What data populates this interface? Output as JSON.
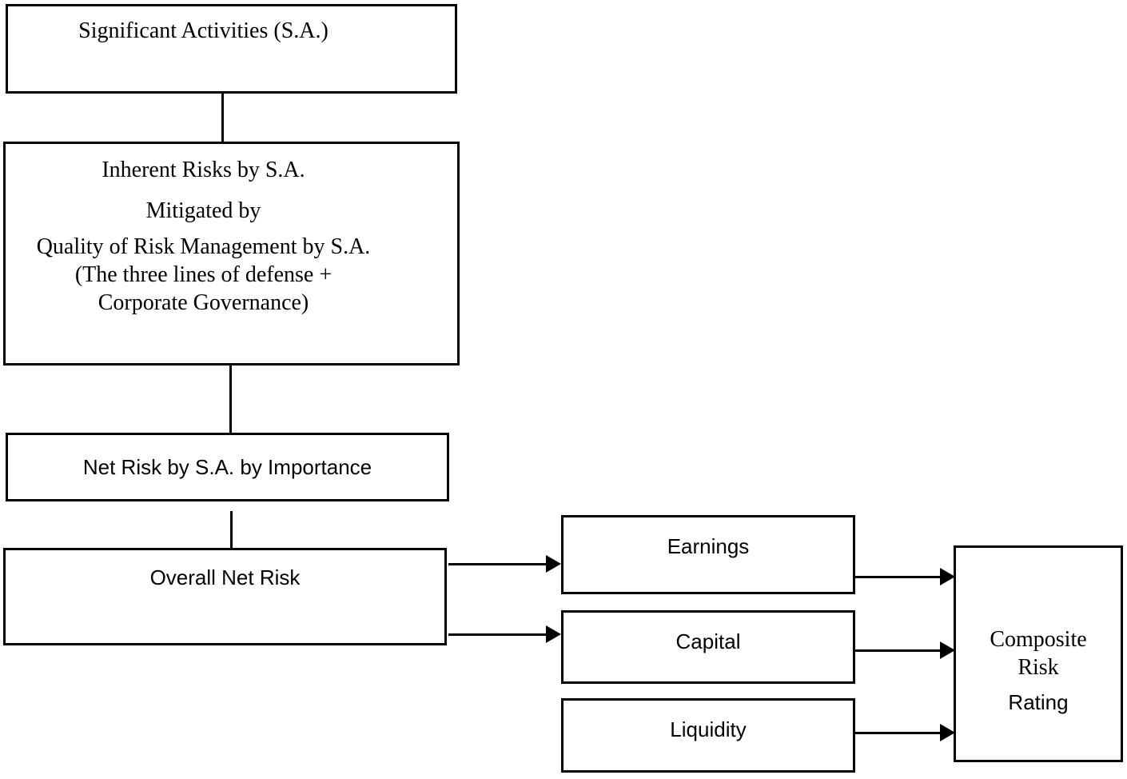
{
  "boxes": {
    "significant_activities": {
      "text": "Significant Activities (S.A.)"
    },
    "inherent_risks": {
      "lines": [
        "Inherent Risks by S.A.",
        "Mitigated by",
        "Quality of Risk Management by S.A.",
        "(The three lines of defense +",
        "Corporate Governance)"
      ]
    },
    "net_risk": {
      "text": "Net Risk by S.A. by Importance"
    },
    "overall_net_risk": {
      "text": "Overall Net Risk"
    },
    "earnings": {
      "text": "Earnings"
    },
    "capital": {
      "text": "Capital"
    },
    "liquidity": {
      "text": "Liquidity"
    },
    "composite_risk_rating": {
      "line1": "Composite Risk",
      "line2": "Rating"
    }
  },
  "connections": [
    {
      "from": "significant-activities",
      "to": "inherent-risks",
      "arrow": false
    },
    {
      "from": "inherent-risks",
      "to": "net-risk",
      "arrow": false
    },
    {
      "from": "net-risk",
      "to": "overall-net-risk",
      "arrow": false
    },
    {
      "from": "overall-net-risk",
      "to": "earnings",
      "arrow": true
    },
    {
      "from": "overall-net-risk",
      "to": "capital",
      "arrow": true
    },
    {
      "from": "earnings",
      "to": "composite-risk-rating",
      "arrow": true
    },
    {
      "from": "capital",
      "to": "composite-risk-rating",
      "arrow": true
    },
    {
      "from": "liquidity",
      "to": "composite-risk-rating",
      "arrow": true
    }
  ],
  "colors": {
    "line": "#000000",
    "text": "#000000",
    "background": "#ffffff"
  }
}
